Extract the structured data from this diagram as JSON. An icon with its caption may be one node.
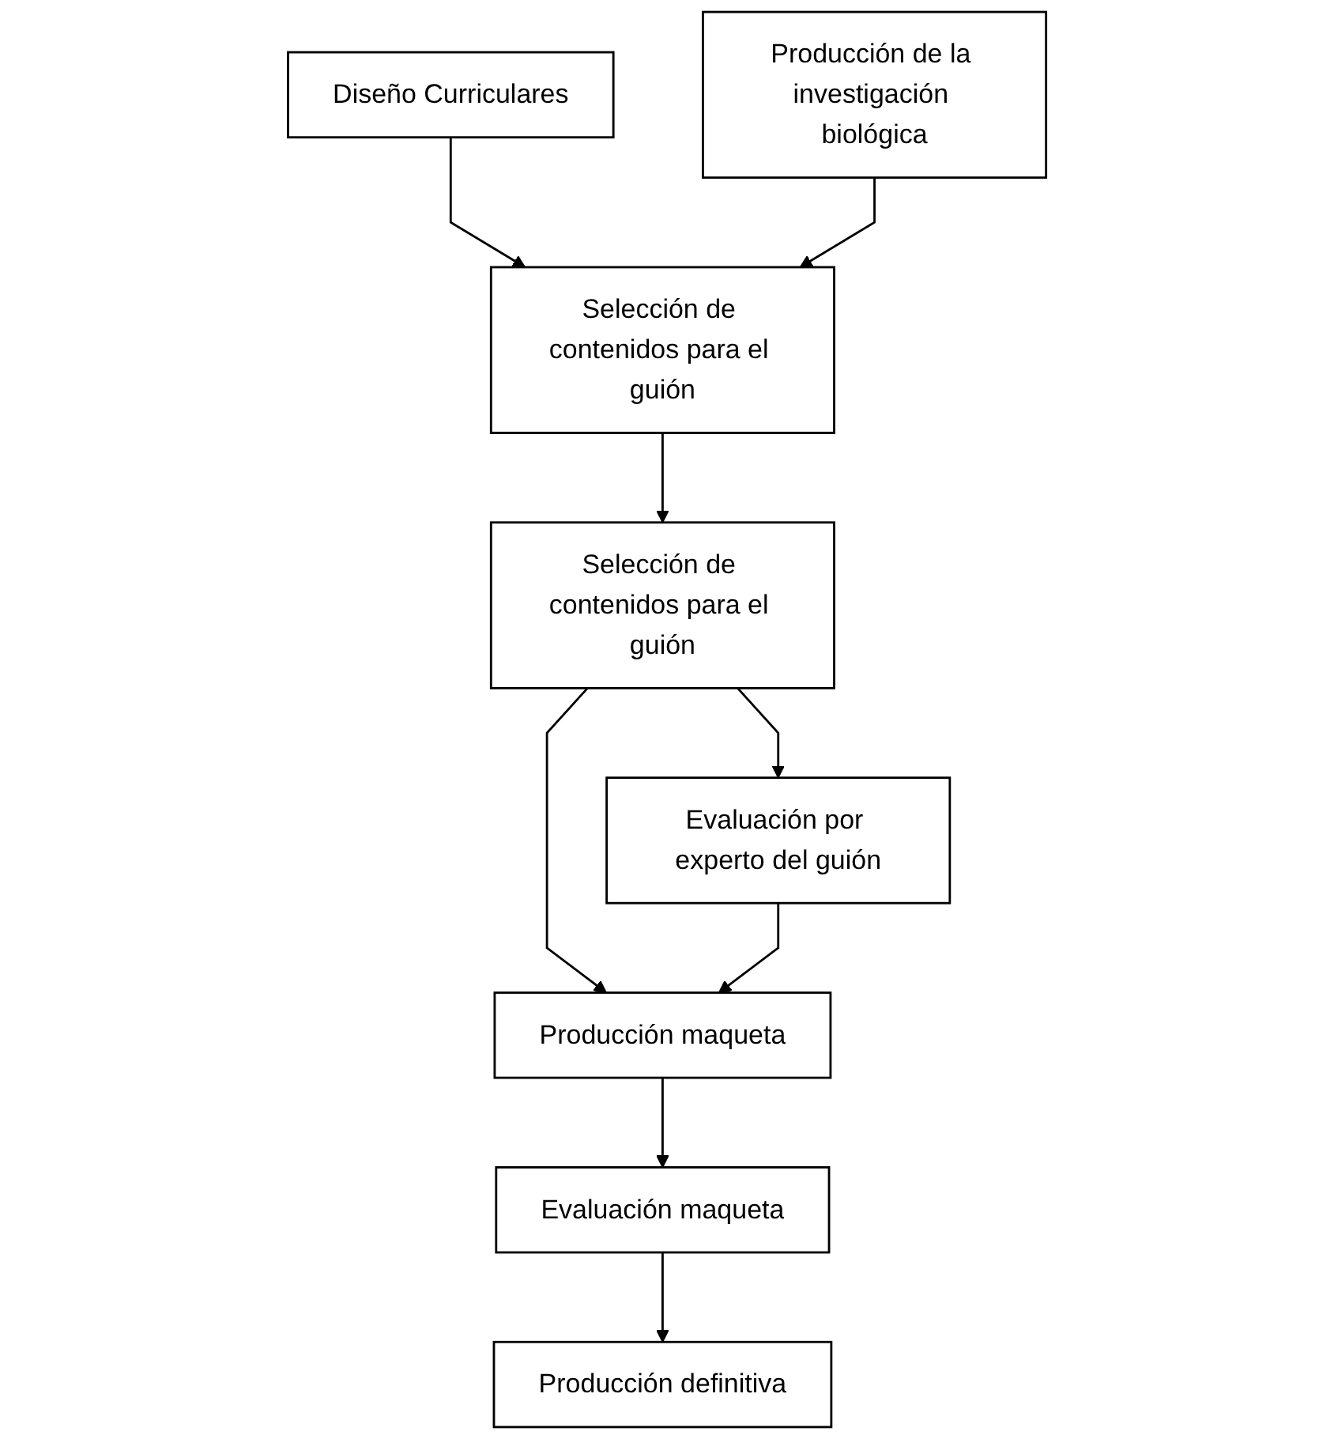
{
  "diagram": {
    "nodes": [
      {
        "text": [
          "Selección de contenidos para el guión"
        ]
      },
      {
        "text": [
          "Diseño Curriculares"
        ]
      },
      {
        "text": [
          "Producción de la investigación biológica"
        ]
      },
      {
        "text": [
          "Selección de contenidos para el guión"
        ]
      },
      {
        "text": [
          "Evaluación por experto del guión"
        ]
      },
      {
        "text": [
          "Producción maqueta"
        ]
      },
      {
        "text": [
          "Evaluación maqueta"
        ]
      },
      {
        "text": [
          "Producción definitiva"
        ]
      }
    ],
    "edges": [
      {
        "from": 1,
        "to": 0,
        "arrow": "to"
      },
      {
        "from": 2,
        "to": 0,
        "arrow": "to"
      },
      {
        "from": 0,
        "to": 3,
        "arrow": "to"
      },
      {
        "from": 3,
        "to": 4,
        "arrow": "to"
      },
      {
        "from": 3,
        "to": 5,
        "arrow": "to"
      },
      {
        "from": 4,
        "to": 5,
        "arrow": "to"
      },
      {
        "from": 5,
        "to": 6,
        "arrow": "to"
      },
      {
        "from": 6,
        "to": 7,
        "arrow": "to"
      }
    ]
  }
}
